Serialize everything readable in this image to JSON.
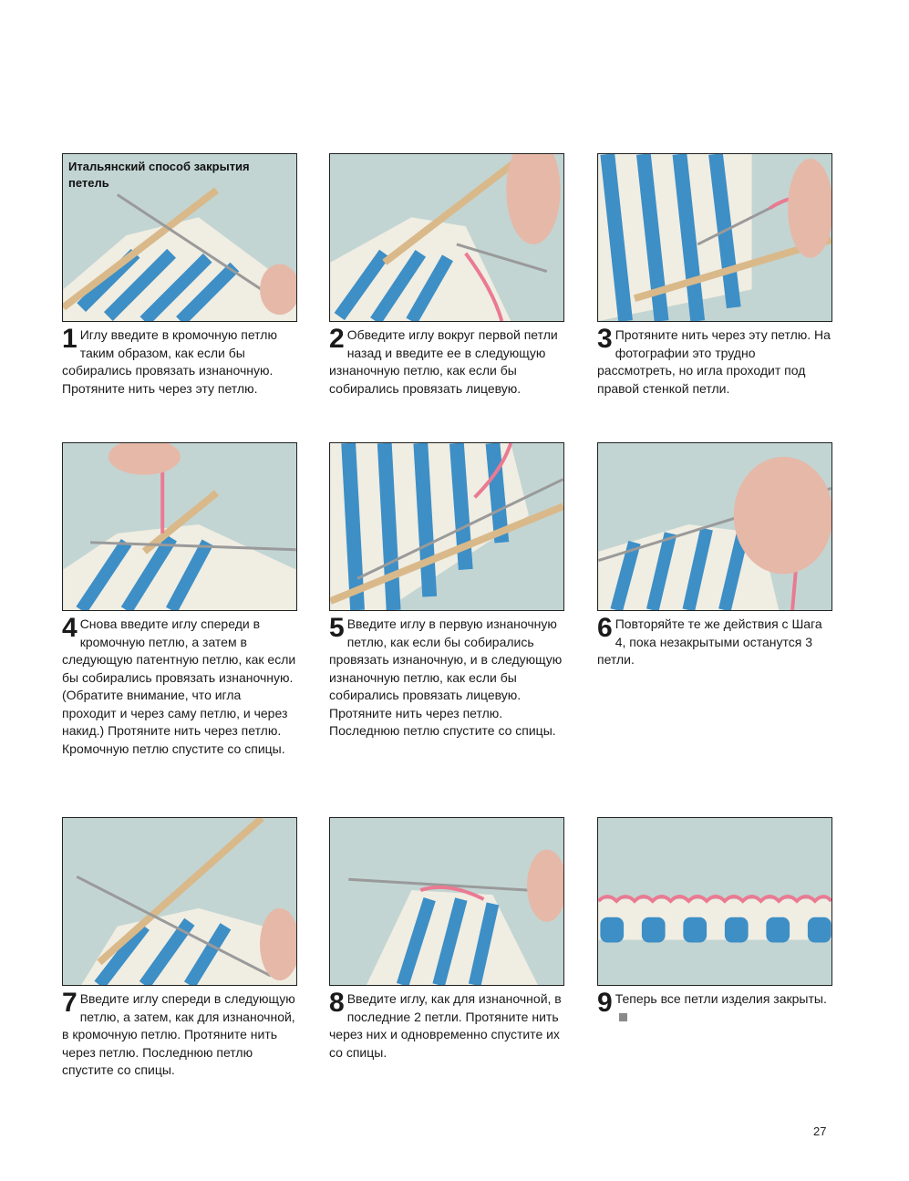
{
  "title_caption": "Итальянский способ закрытия петель",
  "steps": [
    {
      "num": "1",
      "text": "Иглу введите в кромочную петлю таким образом, как если бы собирались провязать изнаночную. Протяните нить через эту петлю."
    },
    {
      "num": "2",
      "text": "Обведите иглу вокруг первой петли назад и введите ее в следующую изнаночную петлю, как если бы собирались провязать лицевую."
    },
    {
      "num": "3",
      "text": "Протяните нить через эту петлю. На фотографии это трудно рассмотреть, но игла проходит под правой стенкой петли."
    },
    {
      "num": "4",
      "text": "Снова введите иглу спереди в кромочную петлю, а затем в следующую патентную петлю, как если бы собирались провязать изнаночную. (Обратите внимание, что игла проходит и через саму петлю, и через накид.) Протяните нить через петлю. Кромочную петлю спустите со спицы."
    },
    {
      "num": "5",
      "text": "Введите иглу в первую изнаночную петлю, как если бы собирались провязать изнаночную, и в следующую изнаночную петлю, как если бы собирались провязать лицевую. Протяните нить через петлю. Последнюю петлю спустите со спицы."
    },
    {
      "num": "6",
      "text": "Повторяйте те же действия с Шага 4, пока незакрытыми останутся 3 петли."
    },
    {
      "num": "7",
      "text": "Введите иглу спереди в следующую петлю, а затем, как для изнаночной, в кромочную петлю. Протяните нить через петлю. Последнюю петлю спустите со спицы."
    },
    {
      "num": "8",
      "text": "Введите иглу, как для изнаночной, в последние 2 петли. Протяните нить через них и одновременно спустите их со спицы."
    },
    {
      "num": "9",
      "text": "Теперь все петли изделия закрыты."
    }
  ],
  "page_number": "27",
  "colors": {
    "blue_yarn": "#3d8fc6",
    "white_yarn": "#f2efe6",
    "pink_yarn": "#ea7a92",
    "background": "#c4d6d4",
    "needle": "#d9b98a"
  }
}
